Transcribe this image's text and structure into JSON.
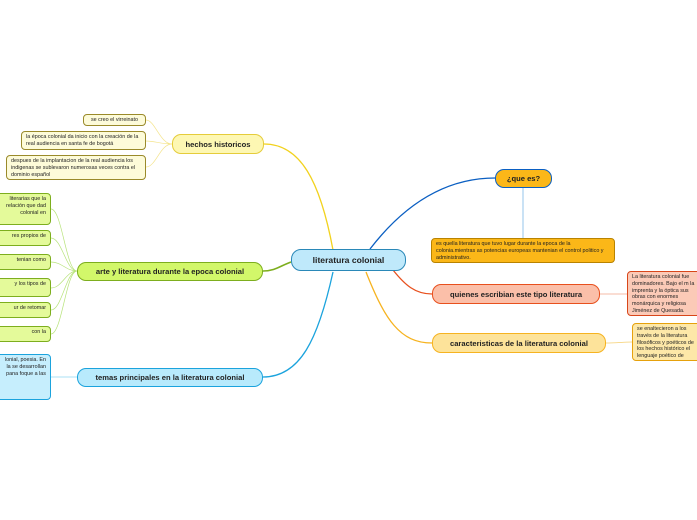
{
  "root": {
    "label": "literatura colonial"
  },
  "branches": {
    "hechos": {
      "label": "hechos historicos",
      "children": [
        "se creo el virreinato",
        "la época colonial da inicio con la creación de la real audiencia en santa fe de bogotá",
        "despues de la implantacion de la real audiencia los indigenas se sublevaron numerosas veces contra el dominio español"
      ]
    },
    "arte": {
      "label": "arte y literatura durante la epoca colonial",
      "children": [
        "literarias que la relación que dad colonial en",
        "res propios de",
        "tenian como",
        "y los tipos de",
        "ur de retomar",
        "con la"
      ]
    },
    "temas": {
      "label": "temas principales en la literatura colonial",
      "children": [
        "lonial, poesia. En la se desarrollan pana foque a las"
      ]
    },
    "que_es": {
      "label": "¿que es?",
      "children": [
        "es quella literatura que tuvo lugar durante la epoca de la colonia.mientras as potencias europeas mantenian el control politico y administrativo."
      ]
    },
    "quienes": {
      "label": "quienes escribian este tipo literatura",
      "children": [
        "La literatura colonial fue dominadores. Bajo el m la imprenta y la óptica sus obras con enormes monárquica y religiosa Jiménez de Quesada."
      ]
    },
    "caracteristicas": {
      "label": "caracteristicas de la literatura colonial",
      "children": [
        "se enaltecieron a los través de la literatura filosóficos y poéticos de los hechos histórico el lenguaje poético de"
      ]
    }
  },
  "colors": {
    "root_fill": "#bfe9fb",
    "root_border": "#2a88b8",
    "hechos_fill": "#fdf7b3",
    "hechos_line": "#f2d21e",
    "arte_fill": "#d2f76a",
    "arte_line": "#7dae1e",
    "temas_fill": "#b8eafc",
    "temas_line": "#1ba3dd",
    "queEs_fill": "#fbb718",
    "queEs_line": "#0b5fc2",
    "quienes_fill": "#fbbfa9",
    "quienes_line": "#e8501e",
    "caract_fill": "#fde39a",
    "caract_line": "#f6b320"
  }
}
